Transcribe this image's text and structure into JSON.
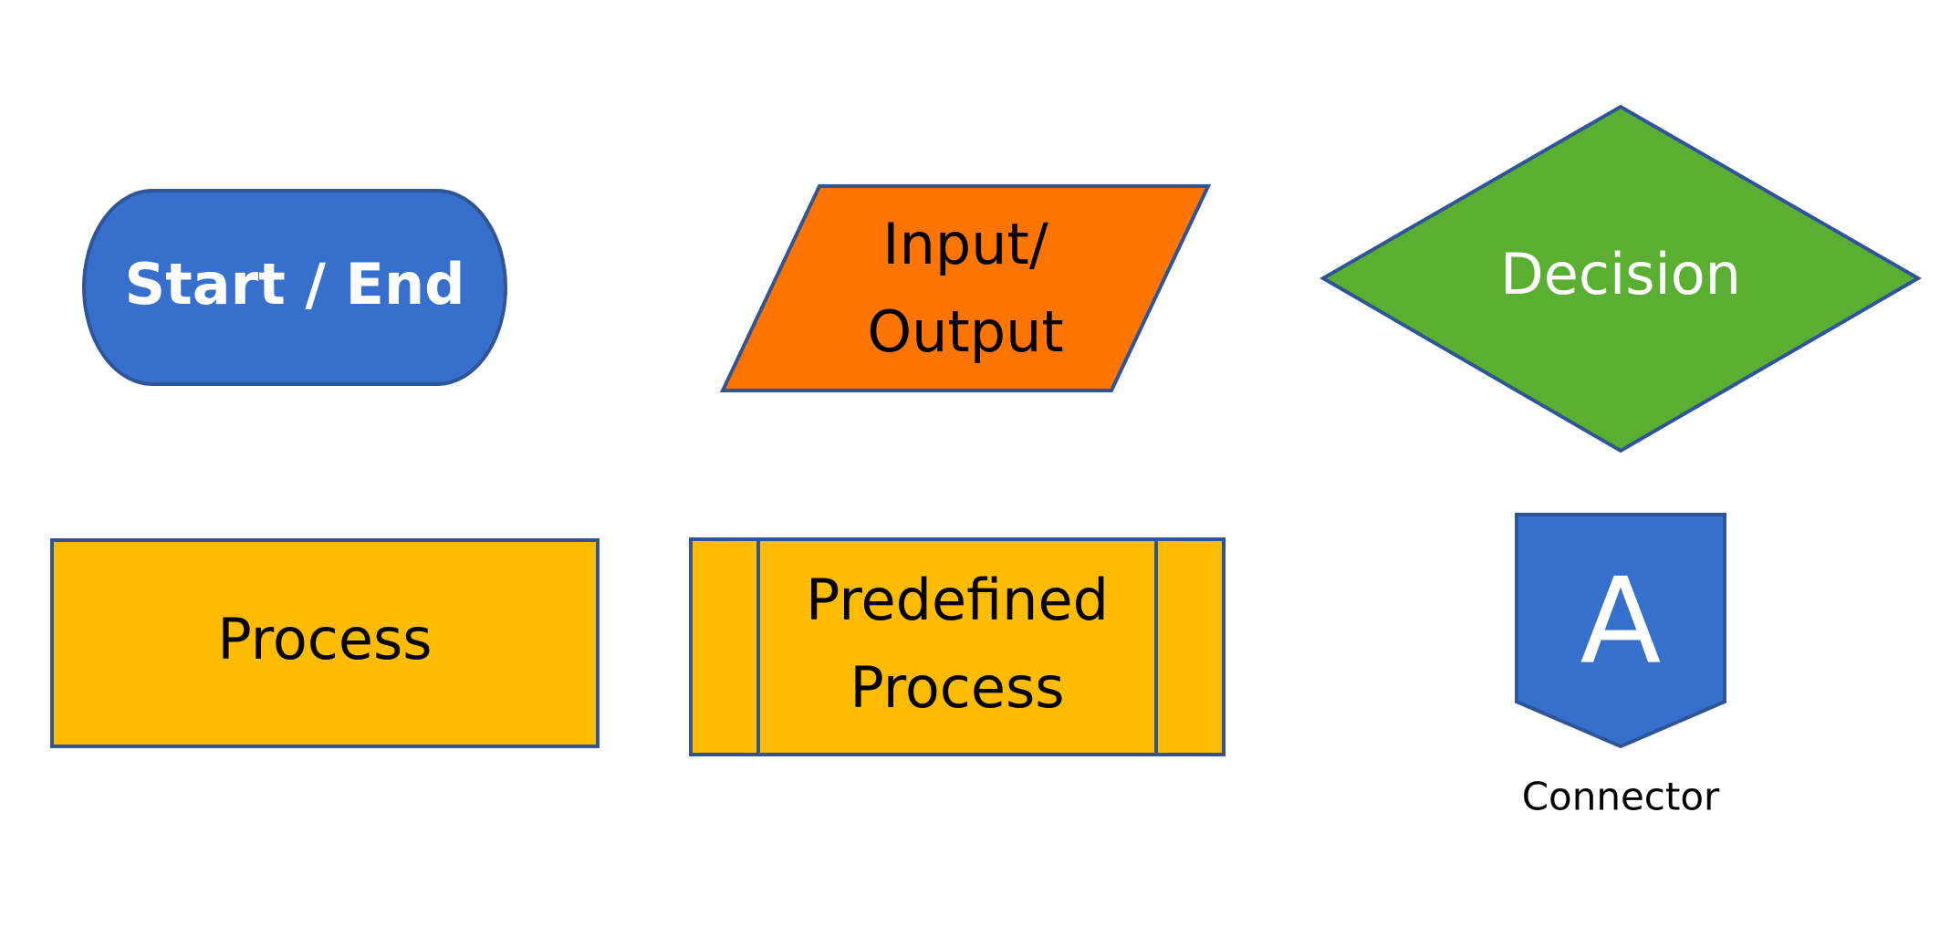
{
  "colors": {
    "outline": "#2F5597",
    "blue": "#3670CC",
    "orange": "#FF7500",
    "green": "#5AAF32",
    "gold": "#FFBC00",
    "text_dark": "#000000",
    "text_light": "#FFFFFF"
  },
  "shapes": {
    "start_end": {
      "label": "Start / End"
    },
    "input_output": {
      "line1": "Input/",
      "line2": "Output"
    },
    "decision": {
      "label": "Decision"
    },
    "process": {
      "label": "Process"
    },
    "predefined_process": {
      "line1": "Predefined",
      "line2": "Process"
    },
    "connector": {
      "letter": "A",
      "caption": "Connector"
    }
  }
}
